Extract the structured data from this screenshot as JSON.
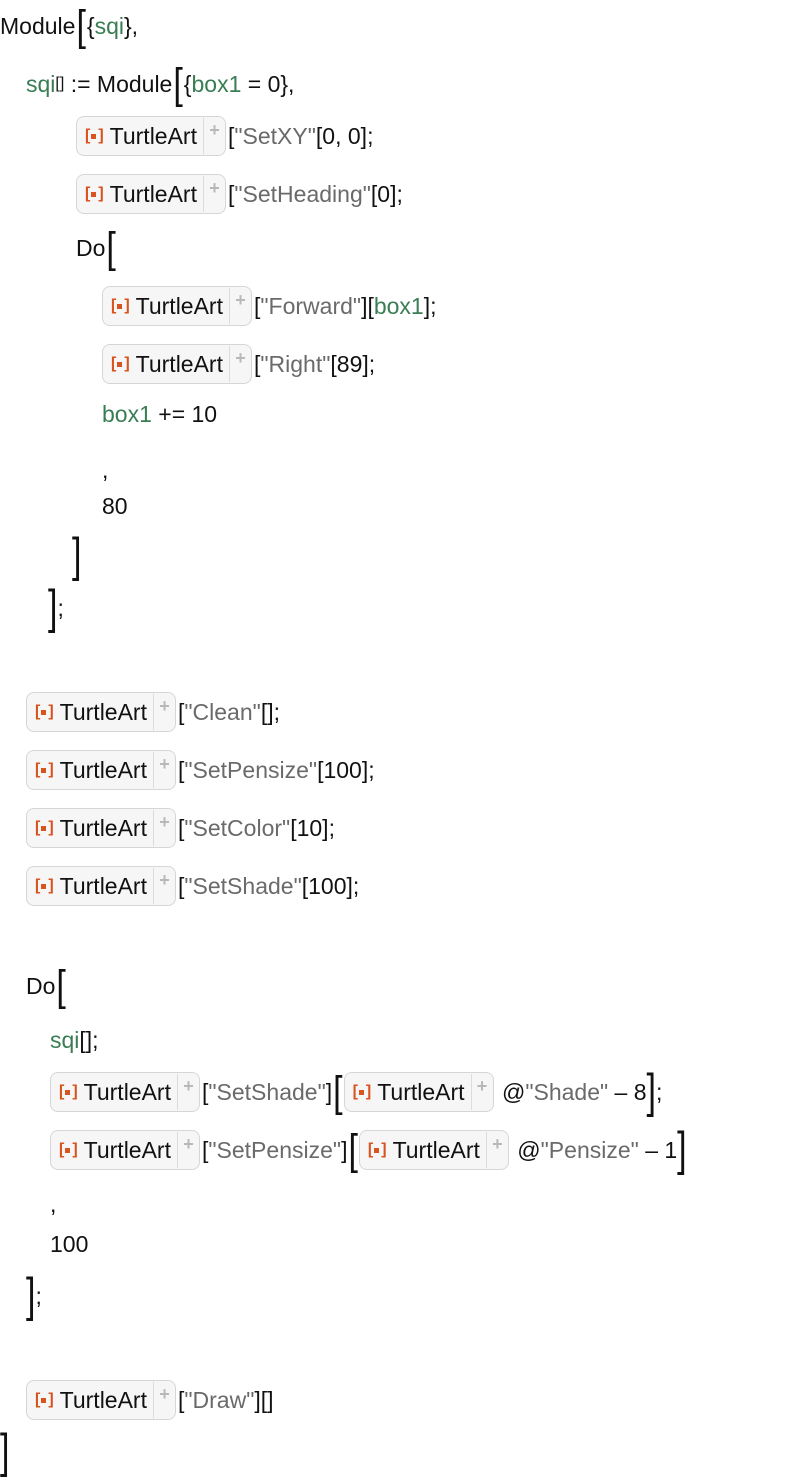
{
  "notebook": {
    "outer_head": "Module",
    "outer_locals": "sqi",
    "sqi_name": "sqi",
    "sqi_empty_args": "[]",
    "set_delayed": ":=",
    "inner_head": "Module",
    "inner_local_var": "box1",
    "inner_local_init": "= 0",
    "turtle_object_label": "TurtleArt",
    "setup_calls": [
      {
        "method": "\"SetXY\"",
        "args": "[0, 0];"
      },
      {
        "method": "\"SetHeading\"",
        "args": "[0];"
      }
    ],
    "inner_do_head": "Do",
    "inner_do_body": [
      {
        "method": "\"Forward\"",
        "arg_symbol": "box1",
        "suffix": "];"
      },
      {
        "method": "\"Right\"",
        "args": "[89];"
      }
    ],
    "increment_var": "box1",
    "increment_op": "+= 10",
    "inner_do_separator": ",",
    "inner_do_count": "80",
    "inner_module_end": ";",
    "init_calls": [
      {
        "method": "\"Clean\"",
        "args": "[];"
      },
      {
        "method": "\"SetPensize\"",
        "args": "[100];"
      },
      {
        "method": "\"SetColor\"",
        "args": "[10];"
      },
      {
        "method": "\"SetShade\"",
        "args": "[100];"
      }
    ],
    "outer_do_head": "Do",
    "sqi_call": "sqi",
    "sqi_call_suffix": "[];",
    "loop_calls": [
      {
        "method": "\"SetShade\"",
        "inner_prop": "\"Shade\"",
        "delta": "– 8",
        "suffix": ";"
      },
      {
        "method": "\"SetPensize\"",
        "inner_prop": "\"Pensize\"",
        "delta": "– 1",
        "suffix": ""
      }
    ],
    "at_sign": "@",
    "outer_do_separator": ",",
    "outer_do_count": "100",
    "outer_do_end": ";",
    "draw_call": {
      "method": "\"Draw\"",
      "args": "[]"
    }
  },
  "colors": {
    "symbol": "#3a7d54",
    "string": "#6a6a6a",
    "icon": "#d9531e",
    "box_border": "#d6d6d6",
    "box_bg": "#f6f6f6"
  }
}
